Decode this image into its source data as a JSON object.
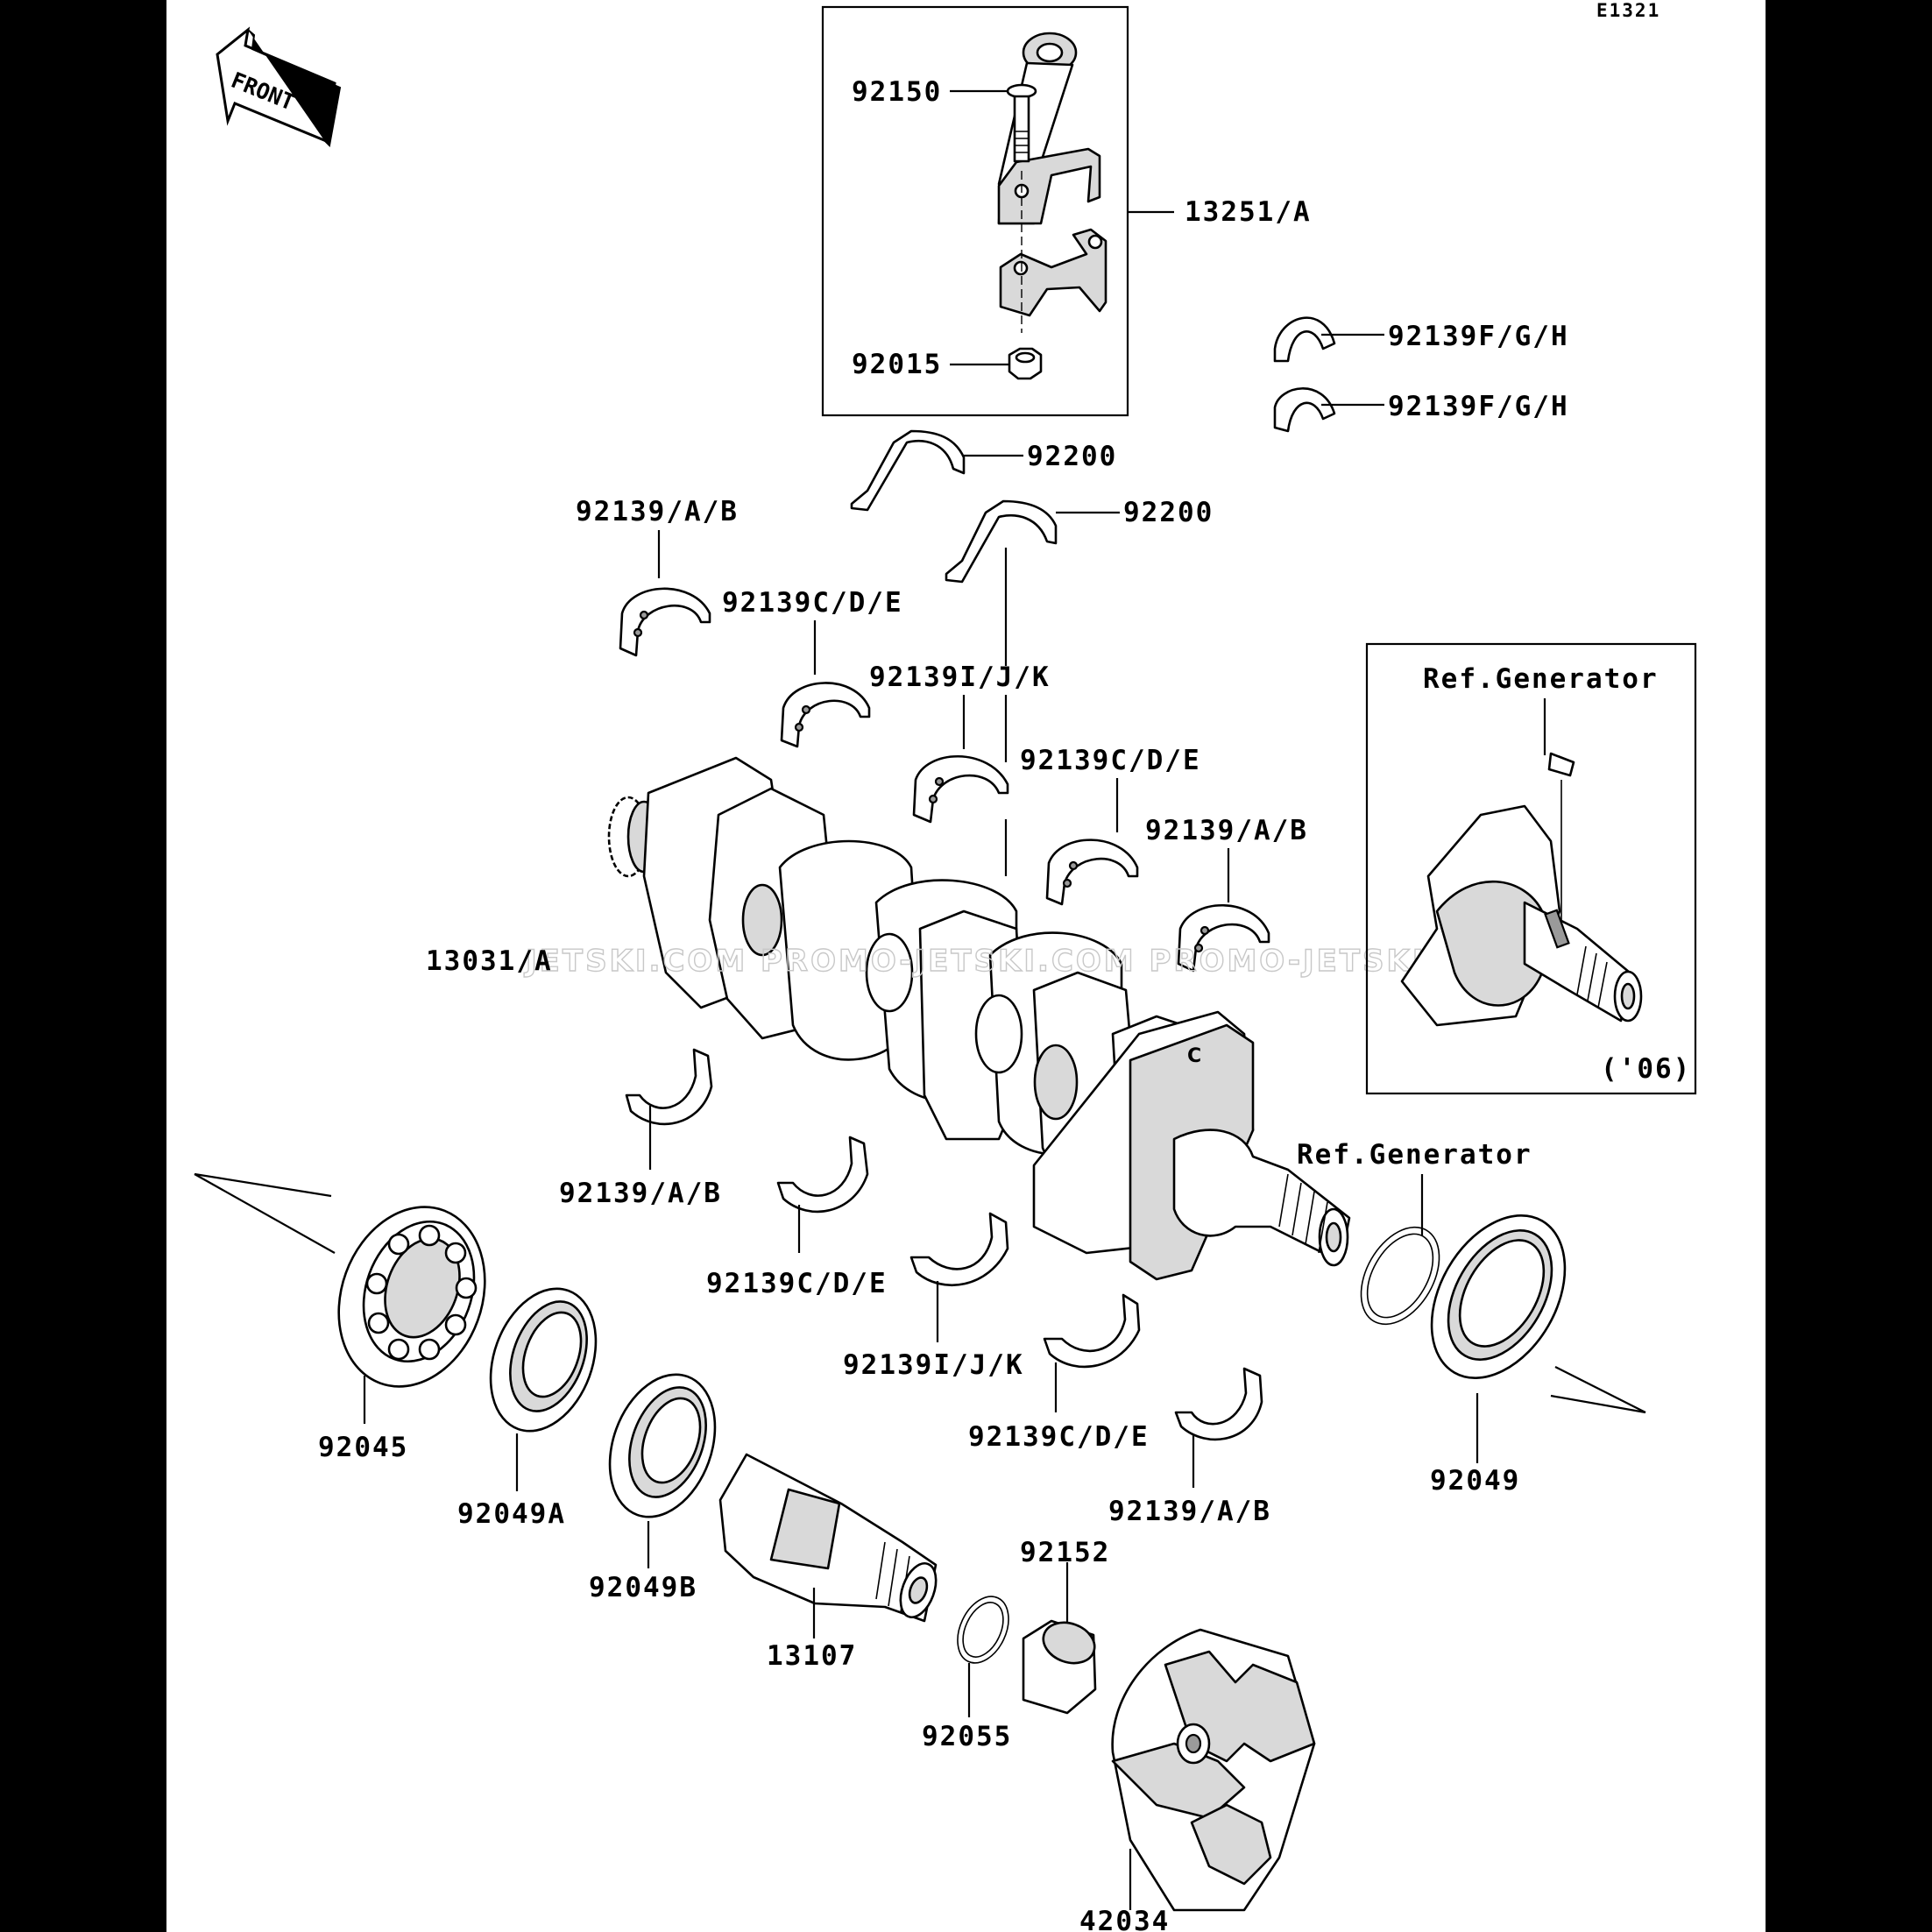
{
  "diagram_code": "E1321",
  "front_label": "FRONT",
  "watermark": "JETSKI.COM  PROMO-JETSKI.COM  PROMO-JETSKI.COM",
  "inset_generator": {
    "title": "Ref.Generator",
    "year": "('06)"
  },
  "labels": {
    "l92150": "92150",
    "l13251a": "13251/A",
    "l92015": "92015",
    "l92139fgh_1": "92139F/G/H",
    "l92139fgh_2": "92139F/G/H",
    "l92200_1": "92200",
    "l92200_2": "92200",
    "l92139ab_1": "92139/A/B",
    "l92139cde_1": "92139C/D/E",
    "l92139ijk_1": "92139I/J/K",
    "l92139cde_2": "92139C/D/E",
    "l92139ab_2": "92139/A/B",
    "l13031a": "13031/A",
    "l92139ab_3": "92139/A/B",
    "l92139cde_3": "92139C/D/E",
    "l92139ijk_2": "92139I/J/K",
    "l92139cde_4": "92139C/D/E",
    "l92139ab_4": "92139/A/B",
    "lrefgen": "Ref.Generator",
    "l92045": "92045",
    "l92049a": "92049A",
    "l92049b": "92049B",
    "l13107": "13107",
    "l92055": "92055",
    "l92152": "92152",
    "l42034": "42034",
    "l92049": "92049"
  }
}
